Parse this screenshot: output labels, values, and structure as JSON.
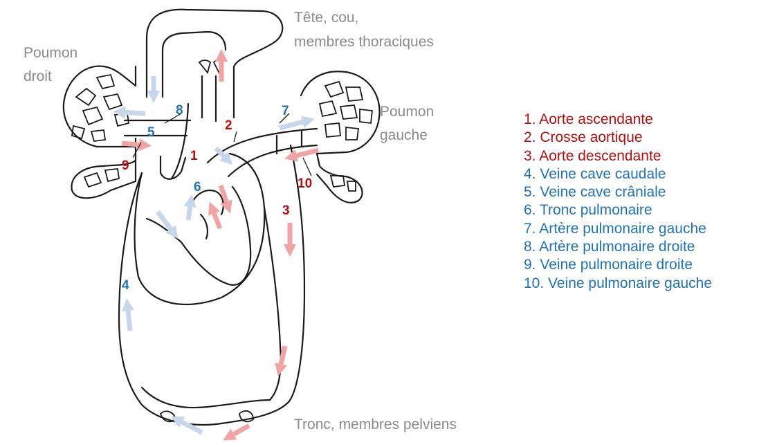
{
  "colors": {
    "arterial": "#b30f0f",
    "venous": "#1f72b4",
    "arrow_red": "#f2a3a3",
    "arrow_blue": "#c6d7ec",
    "region_text": "#8a8a8a",
    "outline": "#1a1a1a"
  },
  "regions": {
    "head_line1": "Tête, cou,",
    "head_line2": "membres thoraciques",
    "right_lung_line1": "Poumon",
    "right_lung_line2": "droit",
    "left_lung_line1": "Poumon",
    "left_lung_line2": "gauche",
    "trunk": "Tronc, membres pelviens"
  },
  "markers": {
    "m1": "1",
    "m2": "2",
    "m3": "3",
    "m4": "4",
    "m5": "5",
    "m6": "6",
    "m7": "7",
    "m8": "8",
    "m9": "9",
    "m10": "10"
  },
  "legend": [
    {
      "text": "1. Aorte ascendante",
      "color": "#b30f0f"
    },
    {
      "text": "2. Crosse aortique",
      "color": "#b30f0f"
    },
    {
      "text": "3. Aorte descendante",
      "color": "#b30f0f"
    },
    {
      "text": "4. Veine cave caudale",
      "color": "#1f72b4"
    },
    {
      "text": "5. Veine cave crâniale",
      "color": "#1f72b4"
    },
    {
      "text": "6. Tronc pulmonaire",
      "color": "#1f72b4"
    },
    {
      "text": "7. Artère pulmonaire gauche",
      "color": "#1f72b4"
    },
    {
      "text": "8. Artère pulmonaire droite",
      "color": "#1f72b4"
    },
    {
      "text": "9. Veine pulmonaire droite",
      "color": "#1f72b4"
    },
    {
      "text": "10. Veine pulmonaire gauche",
      "color": "#1f72b4"
    }
  ]
}
